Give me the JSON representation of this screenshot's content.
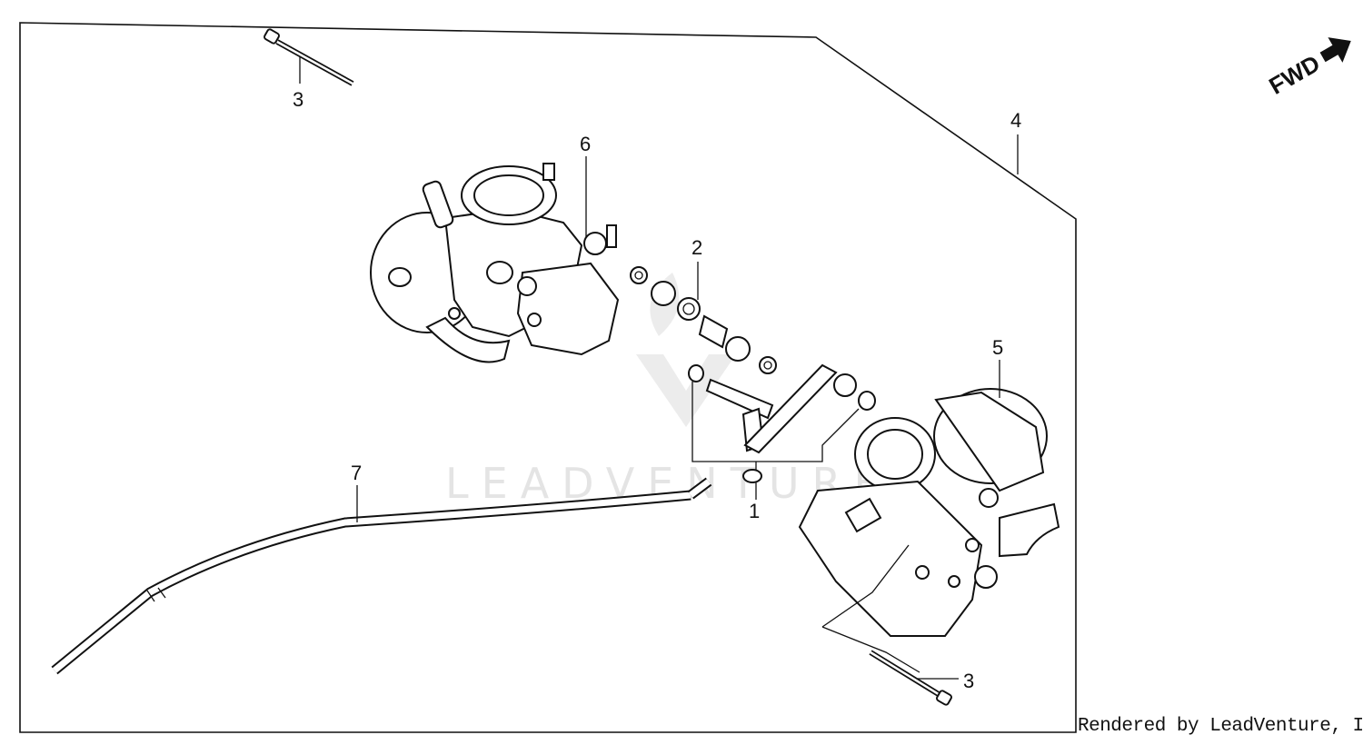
{
  "diagram": {
    "orientation_label": "FWD",
    "watermark": "LEADVENTURE",
    "credit": "Rendered by LeadVenture, Inc.",
    "callouts": {
      "c1": "1",
      "c2": "2",
      "c3_top": "3",
      "c3_bottom": "3",
      "c4": "4",
      "c5": "5",
      "c6": "6",
      "c7": "7"
    }
  }
}
